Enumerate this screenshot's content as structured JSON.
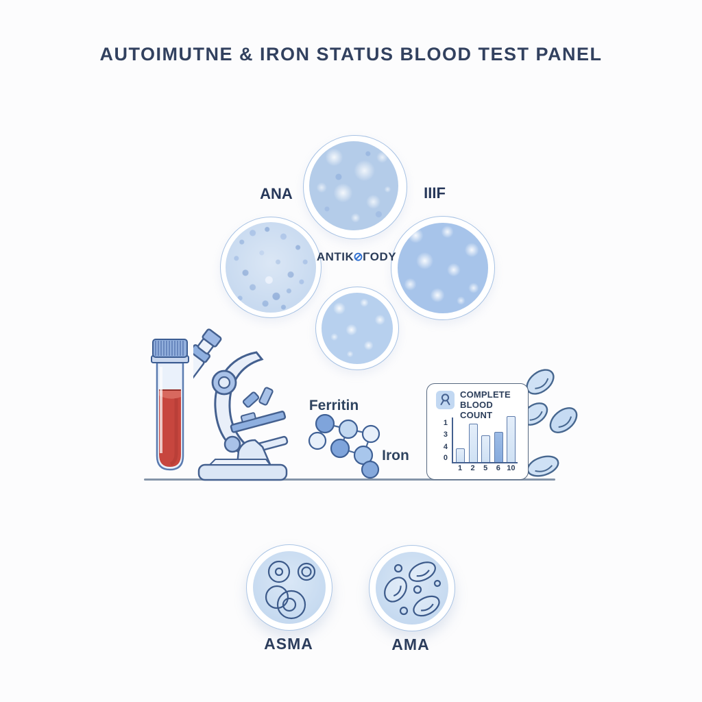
{
  "title": "AUTOIMUTNE & IRON STATUS BLOOD TEST PANEL",
  "labels": {
    "ana": "ANA",
    "iif": "IIIF",
    "antibody_left": "ANTIK",
    "antibody_swirl": "⊘",
    "antibody_right": "ΓODY",
    "ferritin": "Ferritin",
    "iron": "Iron",
    "asma": "ASMA",
    "ama": "AMA"
  },
  "cbc_card": {
    "title_line1": "COMPLETE",
    "title_line2": "BLOOD COUNT",
    "icon": "analysis-icon"
  },
  "chart_data": {
    "type": "bar",
    "title": "COMPLETE BLOOD COUNT",
    "categories": [
      "1",
      "2",
      "5",
      "6",
      "10"
    ],
    "values": [
      20,
      56,
      39,
      44,
      67
    ],
    "y_ticks": [
      "1",
      "3",
      "4",
      "0"
    ],
    "highlight_index": 3,
    "xlabel": "",
    "ylabel": "",
    "grid": false,
    "legend": "none"
  },
  "colors": {
    "navy_text": "#32415f",
    "circle_blue": "#b4cce9",
    "circle_ring": "#a6c1e3",
    "blood_red": "#c7463e",
    "bar_light": "#d9e7f7",
    "bar_highlight": "#8fb2e0",
    "outline_blue": "#44608f",
    "table_line": "#8494a8"
  }
}
